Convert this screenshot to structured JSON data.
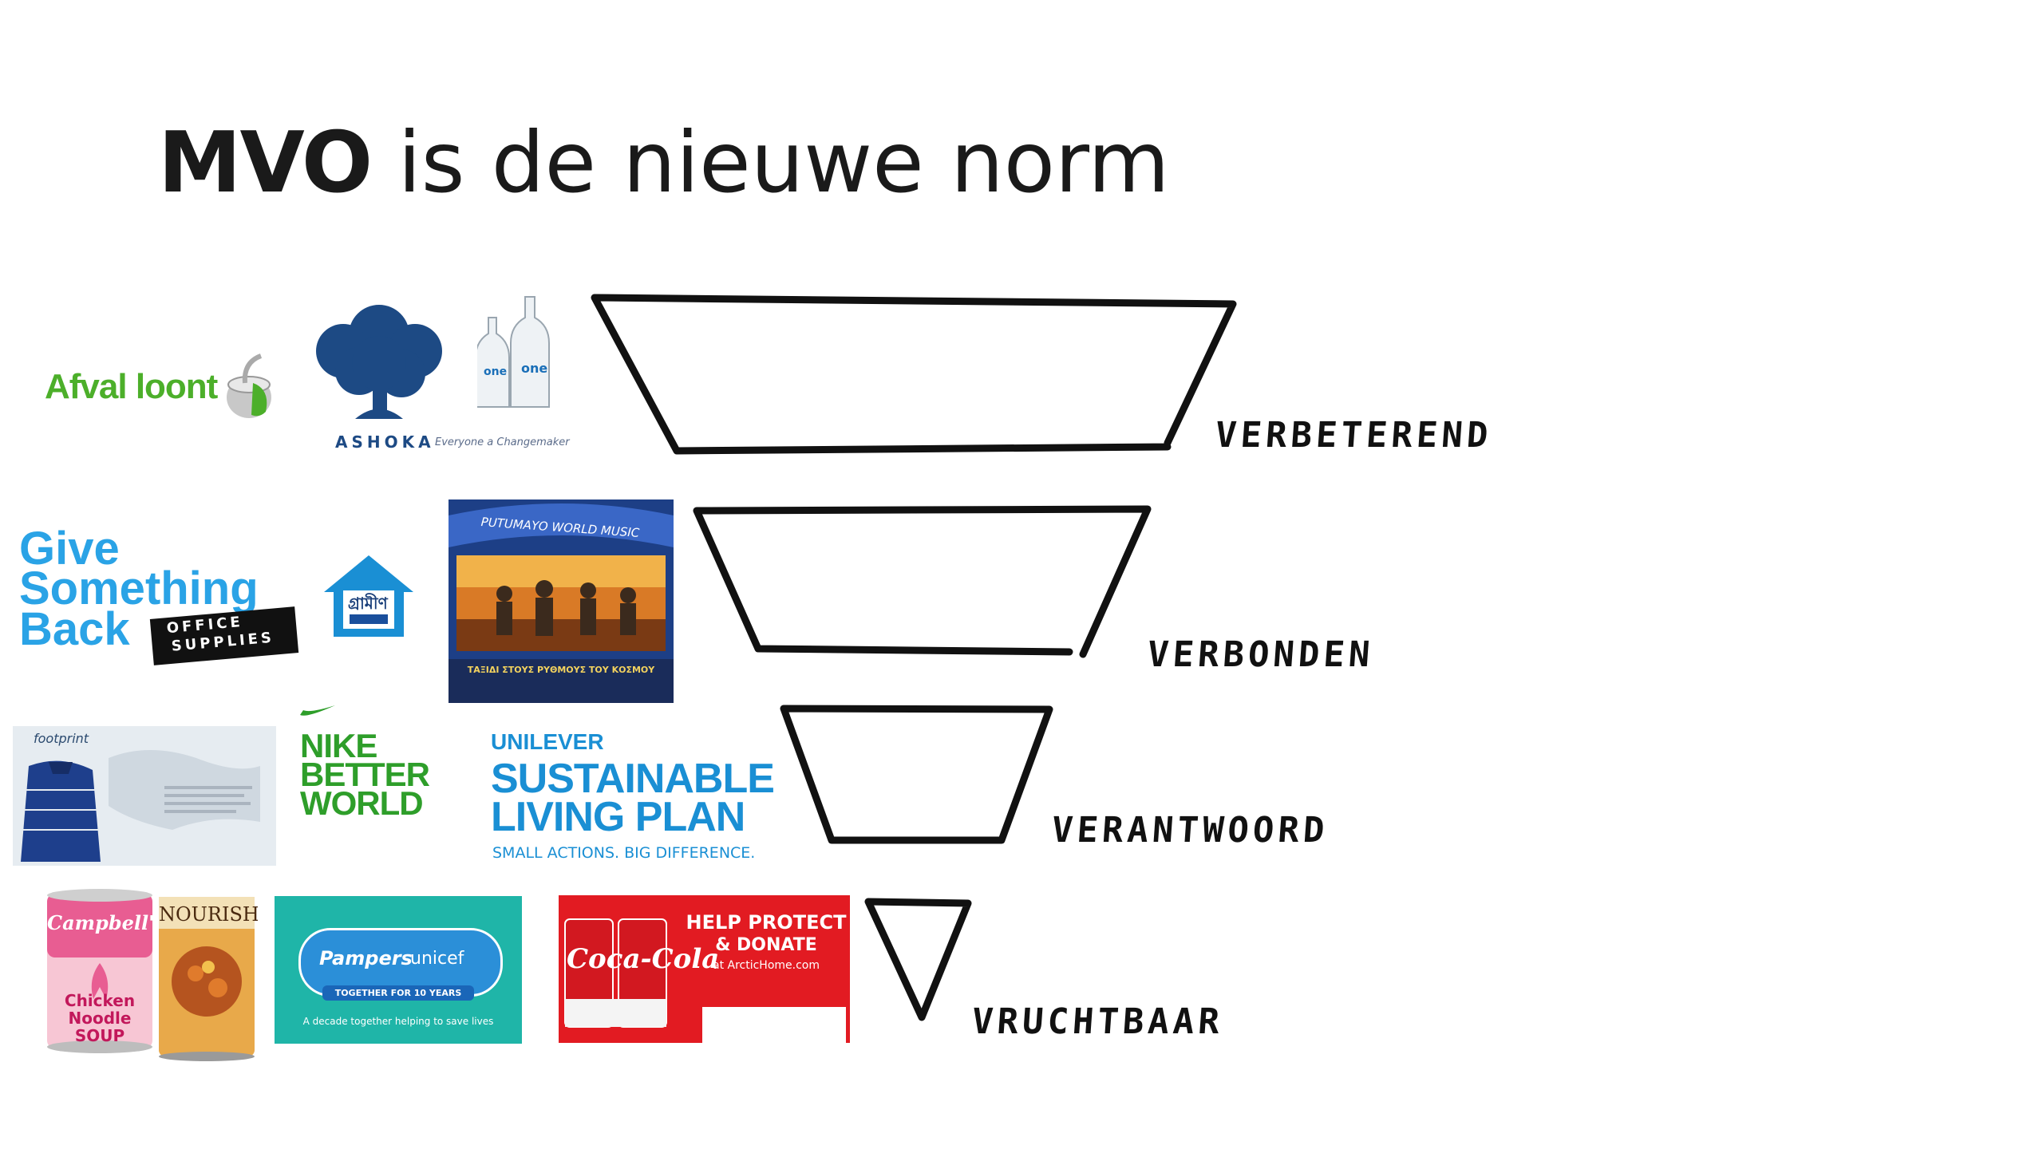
{
  "slide": {
    "title_bold": "MVO",
    "title_rest": " is de nieuwe norm"
  },
  "funnel": {
    "levels": [
      {
        "label": "VERBETEREND"
      },
      {
        "label": "VERBONDEN"
      },
      {
        "label": "VERANTWOORD"
      },
      {
        "label": "VRUCHTBAAR"
      }
    ]
  },
  "logos": {
    "row1": {
      "afval": {
        "text": "Afval loont"
      },
      "ashoka": {
        "text": "ASHOKA",
        "tagline": "Everyone a Changemaker"
      },
      "one_water": {
        "text": "one"
      }
    },
    "row2": {
      "gsb": {
        "line1": "Give",
        "line2": "Something",
        "line3": "Back",
        "sub1": "OFFICE",
        "sub2": "SUPPLIES"
      },
      "grameen": {
        "text": "গ্রামীণ"
      },
      "putumayo": {
        "header": "PUTUMAYO WORLD MUSIC",
        "footer": "ΤΑΞΙΔΙ ΣΤΟΥΣ ΡΥΘΜΟΥΣ ΤΟΥ ΚΟΣΜΟΥ"
      }
    },
    "row3": {
      "footprint": {
        "text": "footprint"
      },
      "nike": {
        "line1": "NIKE",
        "line2": "BETTER",
        "line3": "WORLD"
      },
      "unilever": {
        "line1": "UNILEVER",
        "line2": "SUSTAINABLE",
        "line3": "LIVING PLAN",
        "line4": "SMALL ACTIONS. BIG DIFFERENCE."
      }
    },
    "row4": {
      "campbells": {
        "brand": "Campbell's",
        "line1": "Chicken",
        "line2": "Noodle",
        "line3": "SOUP"
      },
      "nourish": {
        "text": "NOURISH"
      },
      "pampers": {
        "brand": "Pampers",
        "partner": "unicef",
        "banner": "TOGETHER FOR 10 YEARS",
        "caption": "A decade together helping to save lives"
      },
      "coke": {
        "brand": "Coca-Cola",
        "line1": "HELP PROTECT",
        "line2": "& DONATE",
        "line3": "at ArcticHome.com"
      }
    }
  },
  "colors": {
    "afval_green": "#4caf2a",
    "ashoka_blue": "#1d4a84",
    "gsb_blue": "#2aa3e6",
    "nike_green": "#2e9e2a",
    "unilever_blue": "#1a8fd4",
    "pampers_teal": "#1fb5a8",
    "coke_red": "#e21b22"
  }
}
